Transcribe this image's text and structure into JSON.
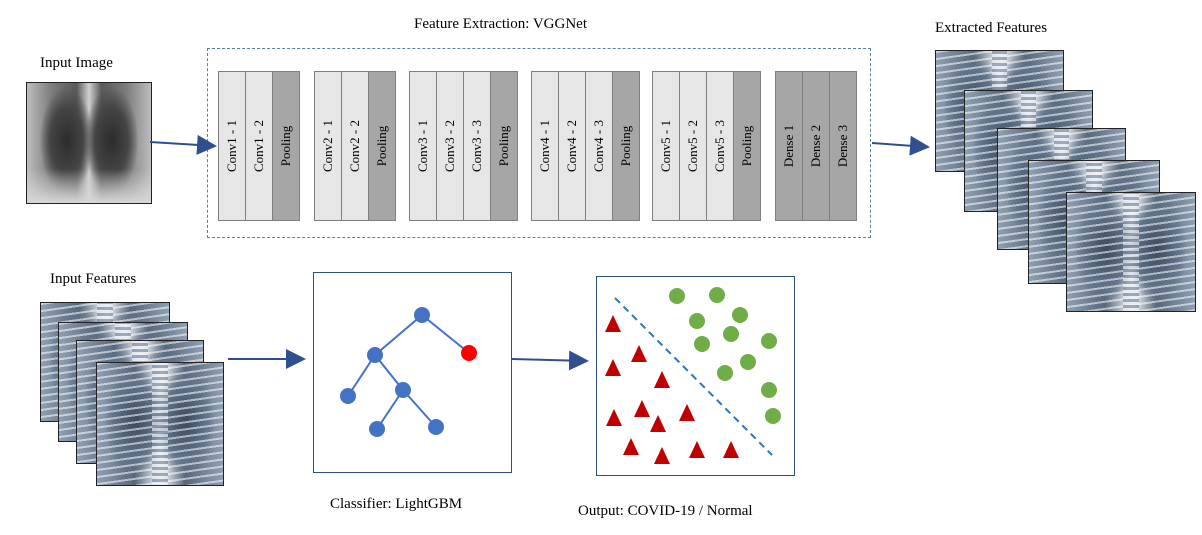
{
  "labels": {
    "input_image": "Input Image",
    "feature_extraction": "Feature Extraction: VGGNet",
    "extracted_features": "Extracted Features",
    "input_features": "Input Features",
    "classifier": "Classifier: LightGBM",
    "output": "Output: COVID-19 / Normal"
  },
  "vgg_blocks": [
    {
      "layers": [
        "Conv1 - 1",
        "Conv1 - 2",
        "Pooling"
      ]
    },
    {
      "layers": [
        "Conv2 - 1",
        "Conv2 - 2",
        "Pooling"
      ]
    },
    {
      "layers": [
        "Conv3 - 1",
        "Conv3 - 2",
        "Conv3 - 3",
        "Pooling"
      ]
    },
    {
      "layers": [
        "Conv4 - 1",
        "Conv4 - 2",
        "Conv4 - 3",
        "Pooling"
      ]
    },
    {
      "layers": [
        "Conv5 - 1",
        "Conv5 - 2",
        "Conv5 - 3",
        "Pooling"
      ]
    },
    {
      "layers": [
        "Dense 1",
        "Dense 2",
        "Dense 3"
      ]
    }
  ],
  "colors": {
    "arrow": "#2f4f8f",
    "tree_node": "#4472c4",
    "tree_leaf_highlight": "#ff0000",
    "covid_marker": "#c00000",
    "normal_marker": "#70ad47",
    "separator": "#2e75b6"
  }
}
